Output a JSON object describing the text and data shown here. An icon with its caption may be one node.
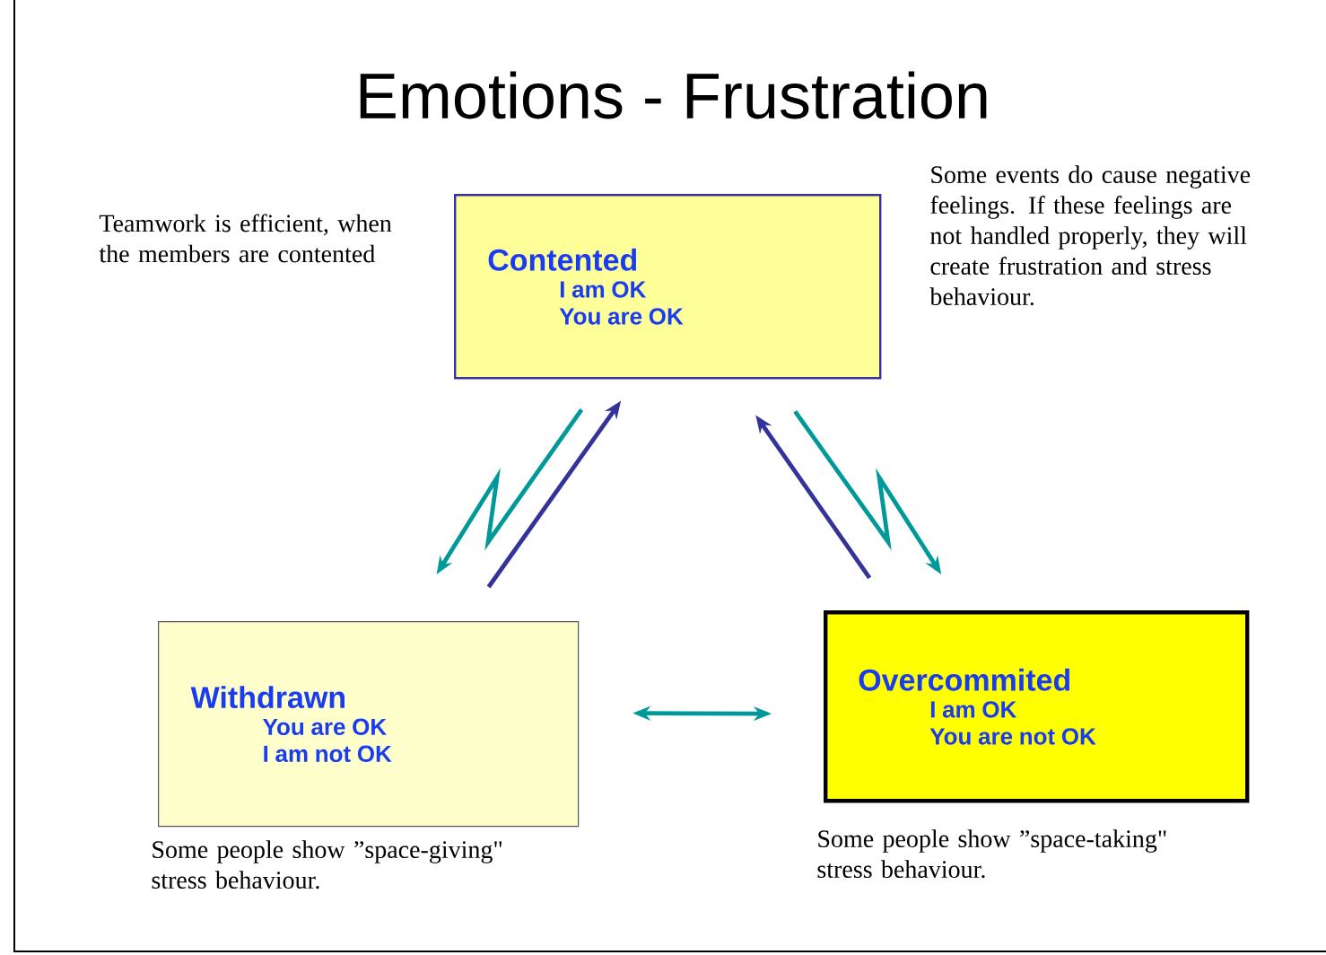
{
  "diagram": {
    "title": "Emotions - Frustration",
    "nodes": [
      {
        "text": [
          "Contented",
          "I am OK",
          "You are OK"
        ]
      },
      {
        "text": [
          "Withdrawn",
          "You are OK",
          "I am not OK"
        ],
        "beside": [
          "Some people show ”space-giving\" stress behaviour."
        ]
      },
      {
        "text": [
          "Overcommited",
          "I am OK",
          "You are not OK"
        ],
        "beside": [
          "Some people show ”space-taking\" stress behaviour."
        ]
      }
    ],
    "edges": [
      {
        "from": 0,
        "to": 1,
        "arrow": "to"
      },
      {
        "from": 1,
        "to": 0,
        "arrow": "to",
        "color": "#333399"
      },
      {
        "from": 2,
        "to": 0,
        "arrow": "to",
        "color": "#333399"
      },
      {
        "from": 0,
        "to": 2,
        "arrow": "to"
      },
      {
        "from": 1,
        "to": 2,
        "arrow": "both"
      }
    ],
    "labels": [
      "Teamwork is efficient, when the members are contented",
      "Some events do cause negative feelings. If these feelings are not handled properly, they will create frustration and stress behaviour."
    ]
  }
}
